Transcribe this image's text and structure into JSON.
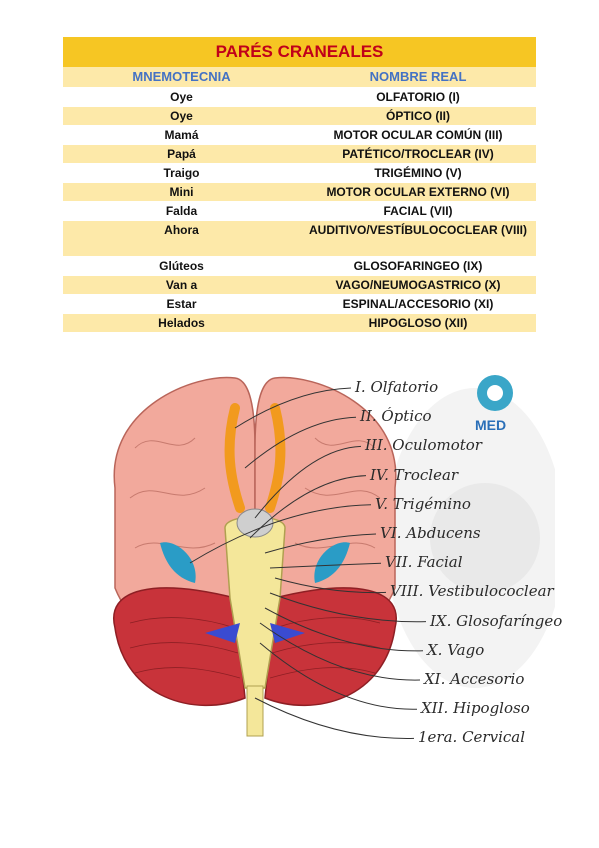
{
  "table": {
    "title": "PARÉS CRANEALES",
    "headers": [
      "MNEMOTECNIA",
      "NOMBRE REAL"
    ],
    "rows": [
      {
        "mnemonic": "Oye",
        "name": "OLFATORIO (I)"
      },
      {
        "mnemonic": "Oye",
        "name": "ÓPTICO (II)"
      },
      {
        "mnemonic": "Mamá",
        "name": "MOTOR OCULAR COMÚN (III)"
      },
      {
        "mnemonic": "Papá",
        "name": "PATÉTICO/TROCLEAR (IV)"
      },
      {
        "mnemonic": "Traigo",
        "name": "TRIGÉMINO (V)"
      },
      {
        "mnemonic": "Mini",
        "name": "MOTOR OCULAR EXTERNO (VI)"
      },
      {
        "mnemonic": "Falda",
        "name": "FACIAL (VII)"
      },
      {
        "mnemonic": "Ahora",
        "name": "AUDITIVO/VESTÍBULOCOCLEAR (VIII)"
      },
      {
        "mnemonic": "Glúteos",
        "name": "GLOSOFARINGEO (IX)"
      },
      {
        "mnemonic": "Van a",
        "name": "VAGO/NEUMOGASTRICO (X)"
      },
      {
        "mnemonic": "Estar",
        "name": "ESPINAL/ACCESORIO (XI)"
      },
      {
        "mnemonic": "Helados",
        "name": "HIPOGLOSO (XII)"
      }
    ]
  },
  "figure": {
    "logo_text": "MED",
    "labels": [
      "I. Olfatorio",
      "II. Óptico",
      "III. Oculomotor",
      "IV. Troclear",
      "V. Trigémino",
      "VI. Abducens",
      "VII. Facial",
      "VIII. Vestibulococlear",
      "IX. Glosofaríngeo",
      "X. Vago",
      "XI. Accesorio",
      "XII. Hipogloso",
      "1era. Cervical"
    ],
    "colors": {
      "cerebrum": "#f2a99c",
      "cerebellum": "#c8333a",
      "brainstem": "#f4e79a",
      "olfactory": "#f29a1e",
      "trigeminal": "#2a9cc6",
      "accent_blue": "#3a4bd1"
    }
  }
}
